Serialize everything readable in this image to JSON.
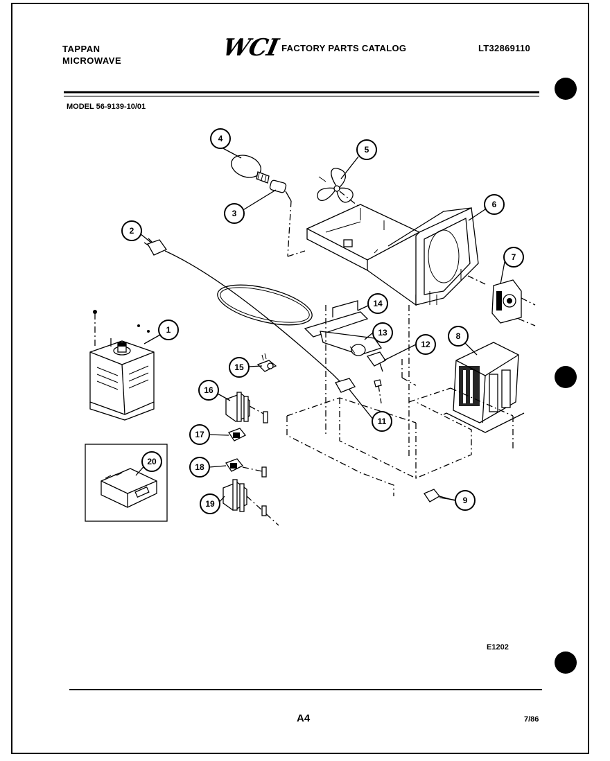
{
  "header": {
    "brand_line1": "TAPPAN",
    "brand_line2": "MICROWAVE",
    "logo_text": "WCI",
    "catalog_title": "FACTORY PARTS CATALOG",
    "catalog_code": "LT32869110"
  },
  "model_label": "MODEL 56-9139-10/01",
  "diagram_code": "E1202",
  "footer": {
    "page": "A4",
    "date": "7/86"
  },
  "callouts": [
    "1",
    "2",
    "3",
    "4",
    "5",
    "6",
    "7",
    "8",
    "9",
    "11",
    "12",
    "13",
    "14",
    "15",
    "16",
    "17",
    "18",
    "19",
    "20"
  ]
}
